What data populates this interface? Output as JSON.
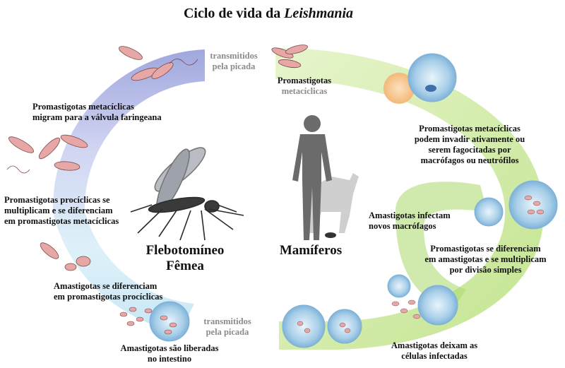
{
  "title": {
    "prefix": "Ciclo de vida da",
    "italic": "Leishmania"
  },
  "hosts": {
    "vector_line1": "Flebotomíneo",
    "vector_line2": "Fêmea",
    "mammal": "Mamíferos"
  },
  "transmission": {
    "top_line1": "transmitidos",
    "top_line2": "pela picada",
    "bottom_line1": "transmitidos",
    "bottom_line2": "pela picada"
  },
  "stages_vector": {
    "s1_line1": "Promastigotas  metacíclicas",
    "s1_line2": "migram para a válvula faringeana",
    "s2_line1": "Promastigotas procíclicas se",
    "s2_line2": "multiplicam e se diferenciam",
    "s2_line3": "em promastigotas metacíclicas",
    "s3_line1": "Amastigotas se diferenciam",
    "s3_line2": "em promastigotas procíclicas",
    "s4_line1": "Amastigotas são liberadas",
    "s4_line2": "no intestino"
  },
  "stages_mammal": {
    "m1_line1": "Promastigotas",
    "m1_line2": "metacíclicas",
    "m2_line1": "Promastigotas metacíclicas",
    "m2_line2": "podem invadir ativamente ou",
    "m2_line3": "serem fagocitadas por",
    "m2_line4": "macrófagos ou neutrófilos",
    "m3_line1": "Amastigotas infectam",
    "m3_line2": "novos macrófagos",
    "m4_line1": "Promastigotas se diferenciam",
    "m4_line2": "em amastigotas e se multiplicam",
    "m4_line3": "por divisão simples",
    "m5_line1": "Amastigotas deixam as",
    "m5_line2": "células infectadas"
  },
  "colors": {
    "vector_arc_top": "#9aa4dc",
    "vector_arc_bottom": "#cfeaf6",
    "mammal_arc": "#c6e88e",
    "parasite": "#e7a7a7",
    "cell": "#9fc9e6"
  }
}
